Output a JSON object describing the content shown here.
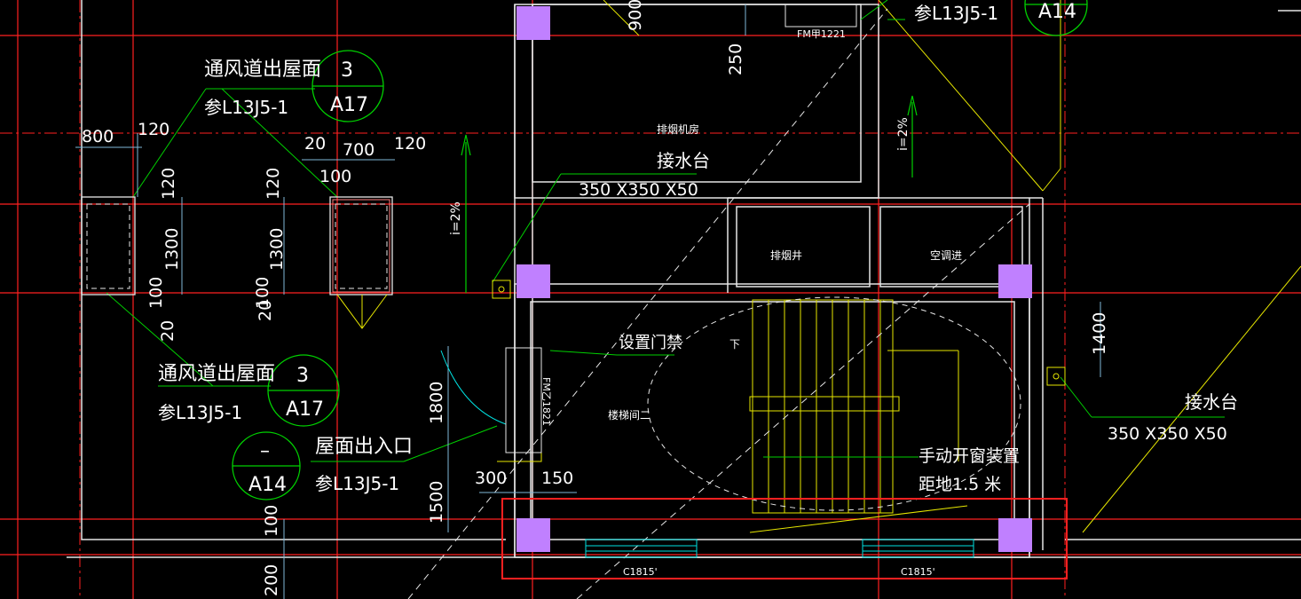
{
  "colors": {
    "background": "#000000",
    "axis": "#ff2020",
    "wall": "#e6e6e6",
    "yellow": "#e6e600",
    "green": "#00d000",
    "cyan": "#00e0e0",
    "magenta": "#c080ff",
    "highlight": "#ff2020",
    "dim": "#7fb8d8"
  },
  "labels": {
    "vent_top": "通风道出屋面",
    "vent_top_ref": "参L13J5-1",
    "vent_top_circle_top": "3",
    "vent_top_circle_bottom": "A17",
    "vent_mid": "通风道出屋面",
    "vent_mid_ref": "参L13J5-1",
    "vent_mid_circle_top": "3",
    "vent_mid_circle_bottom": "A17",
    "roof_exit": "屋面出入口",
    "roof_exit_ref": "参L13J5-1",
    "roof_exit_circle_top": "–",
    "roof_exit_circle_bottom": "A14",
    "top_right_ref": "参L13J5-1",
    "top_right_circle": "A14",
    "smoke_room": "排烟机房",
    "water_platform_1": "接水台",
    "water_platform_1_size": "350 X350 X50",
    "water_platform_2": "接水台",
    "water_platform_2_size": "350 X350 X50",
    "smoke_shaft": "排烟井",
    "ac_shaft": "空调进",
    "access_control": "设置门禁",
    "stair": "楼梯间二",
    "manual_window": "手动开窗装置",
    "manual_window_height": "距地1.5 米",
    "door_fm_top": "FM甲1221",
    "door_fm_side": "FM乙1821",
    "window_1": "C1815'",
    "window_2": "C1815'",
    "slope_1": "i=2%",
    "slope_2": "i=2%",
    "down_mark": "下"
  },
  "dimensions": {
    "d800": "800",
    "d120a": "120",
    "d20a": "20",
    "d700": "700",
    "d120b": "120",
    "d100a": "100",
    "d120c": "120",
    "d1300a": "1300",
    "d100b": "100",
    "d20b": "20",
    "d120d": "120",
    "d1300b": "1300",
    "d100c": "100",
    "d20c": "20",
    "d250": "250",
    "d900": "900",
    "d1400": "1400",
    "d1800": "1800",
    "d1500": "1500",
    "d300": "300",
    "d150": "150",
    "d100d": "100",
    "d200": "200"
  }
}
